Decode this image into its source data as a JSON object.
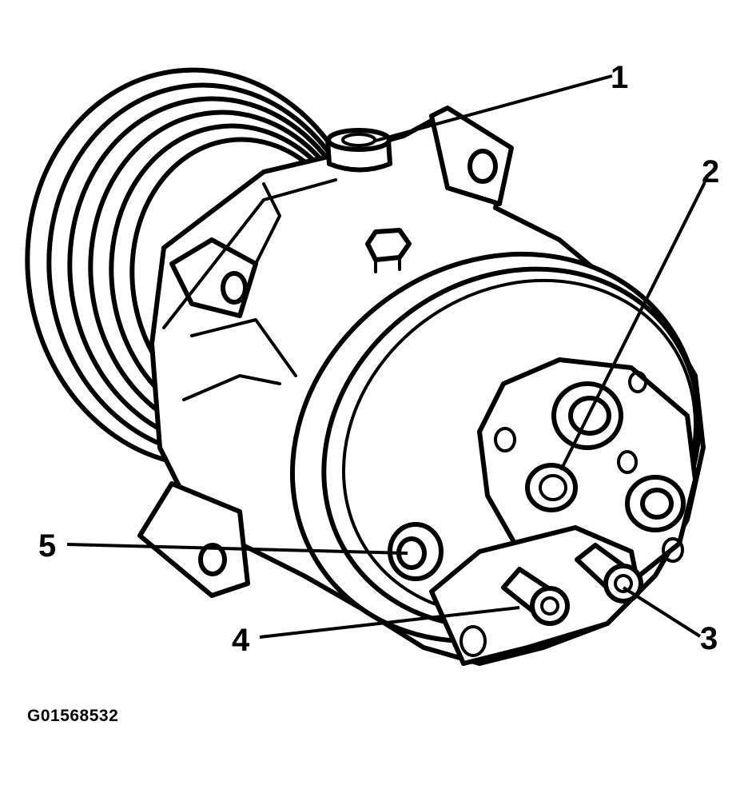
{
  "figure": {
    "code": "G01568532",
    "subject": "compressor-assembly"
  },
  "callouts": [
    {
      "id": "1",
      "label": "1"
    },
    {
      "id": "2",
      "label": "2"
    },
    {
      "id": "3",
      "label": "3"
    },
    {
      "id": "4",
      "label": "4"
    },
    {
      "id": "5",
      "label": "5"
    }
  ],
  "colors": {
    "ink": "#000000",
    "paper": "#ffffff"
  }
}
